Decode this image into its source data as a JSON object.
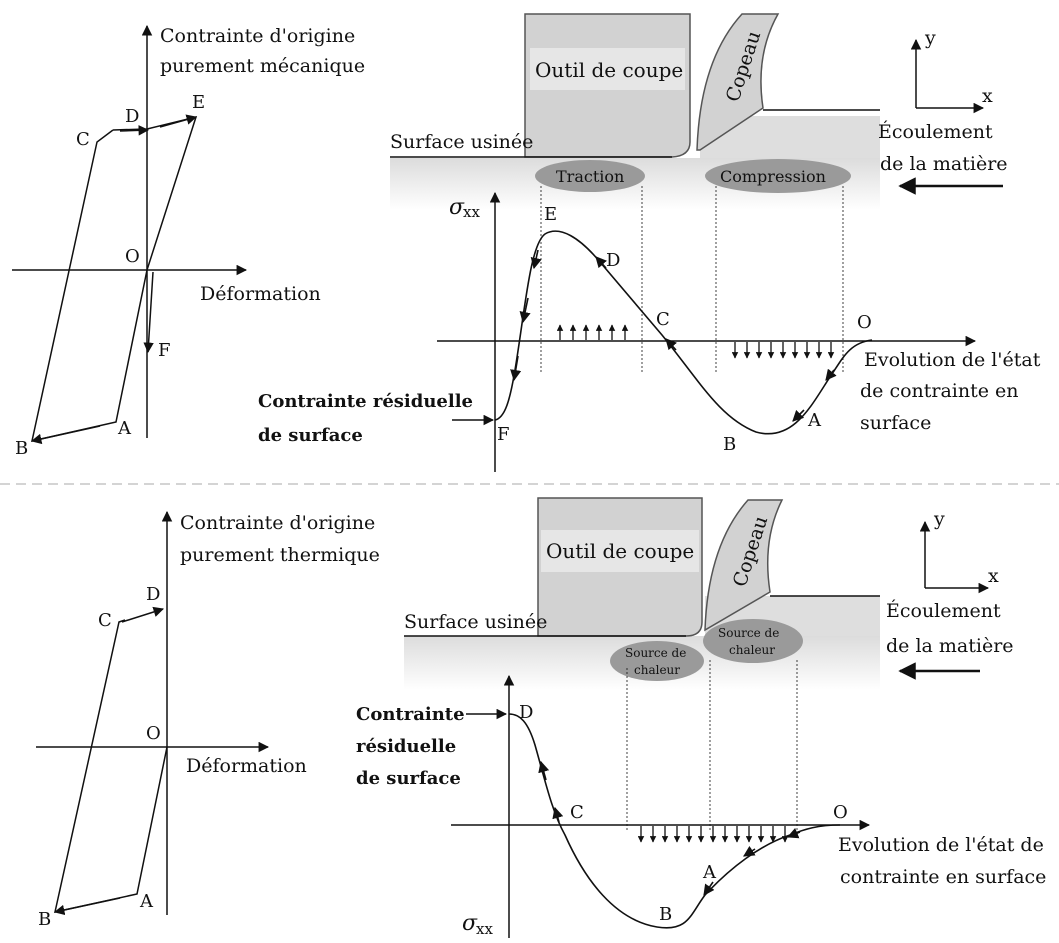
{
  "top": {
    "stress_axis_label": [
      "Contrainte d'origine",
      "purement mécanique"
    ],
    "strain_axis_label": "Déformation",
    "hysteresis_points": {
      "C": "C",
      "D": "D",
      "E": "E",
      "O": "O",
      "F": "F",
      "A": "A",
      "B": "B"
    },
    "tool_label": "Outil de coupe",
    "chip_label": "Copeau",
    "surface_label": "Surface usinée",
    "axes": {
      "y": "y",
      "x": "x"
    },
    "flow_label": [
      "Écoulement",
      "de la matière"
    ],
    "zones": [
      "Traction",
      "Compression"
    ],
    "sigma": "σ",
    "sigma_sub": "xx",
    "curve_points": {
      "E": "E",
      "D": "D",
      "C": "C",
      "O": "O",
      "A": "A",
      "B": "B",
      "F": "F"
    },
    "evolution_label": [
      "Evolution de l'état",
      "de contrainte en",
      "surface"
    ],
    "residual_label": [
      "Contrainte résiduelle",
      "de surface"
    ]
  },
  "bottom": {
    "stress_axis_label": [
      "Contrainte d'origine",
      "purement thermique"
    ],
    "strain_axis_label": "Déformation",
    "hysteresis_points": {
      "C": "C",
      "D": "D",
      "O": "O",
      "A": "A",
      "B": "B"
    },
    "tool_label": "Outil de coupe",
    "chip_label": "Copeau",
    "surface_label": "Surface usinée",
    "axes": {
      "y": "y",
      "x": "x"
    },
    "flow_label": [
      "Écoulement",
      "de la matière"
    ],
    "zones": [
      [
        "Source de",
        "chaleur"
      ],
      [
        "Source de",
        "chaleur"
      ]
    ],
    "sigma": "σ",
    "sigma_sub": "xx",
    "curve_points": {
      "D": "D",
      "C": "C",
      "O": "O",
      "A": "A",
      "B": "B"
    },
    "evolution_label": [
      "Evolution de l'état de",
      "contrainte en surface"
    ],
    "residual_label": [
      "Contrainte",
      "résiduelle",
      "de surface"
    ]
  },
  "colors": {
    "line": "#111111",
    "tool_fill": "#d2d2d2",
    "tool_stroke": "#555555",
    "zone_fill": "#9a9a9a",
    "divider": "#aaaaaa"
  }
}
